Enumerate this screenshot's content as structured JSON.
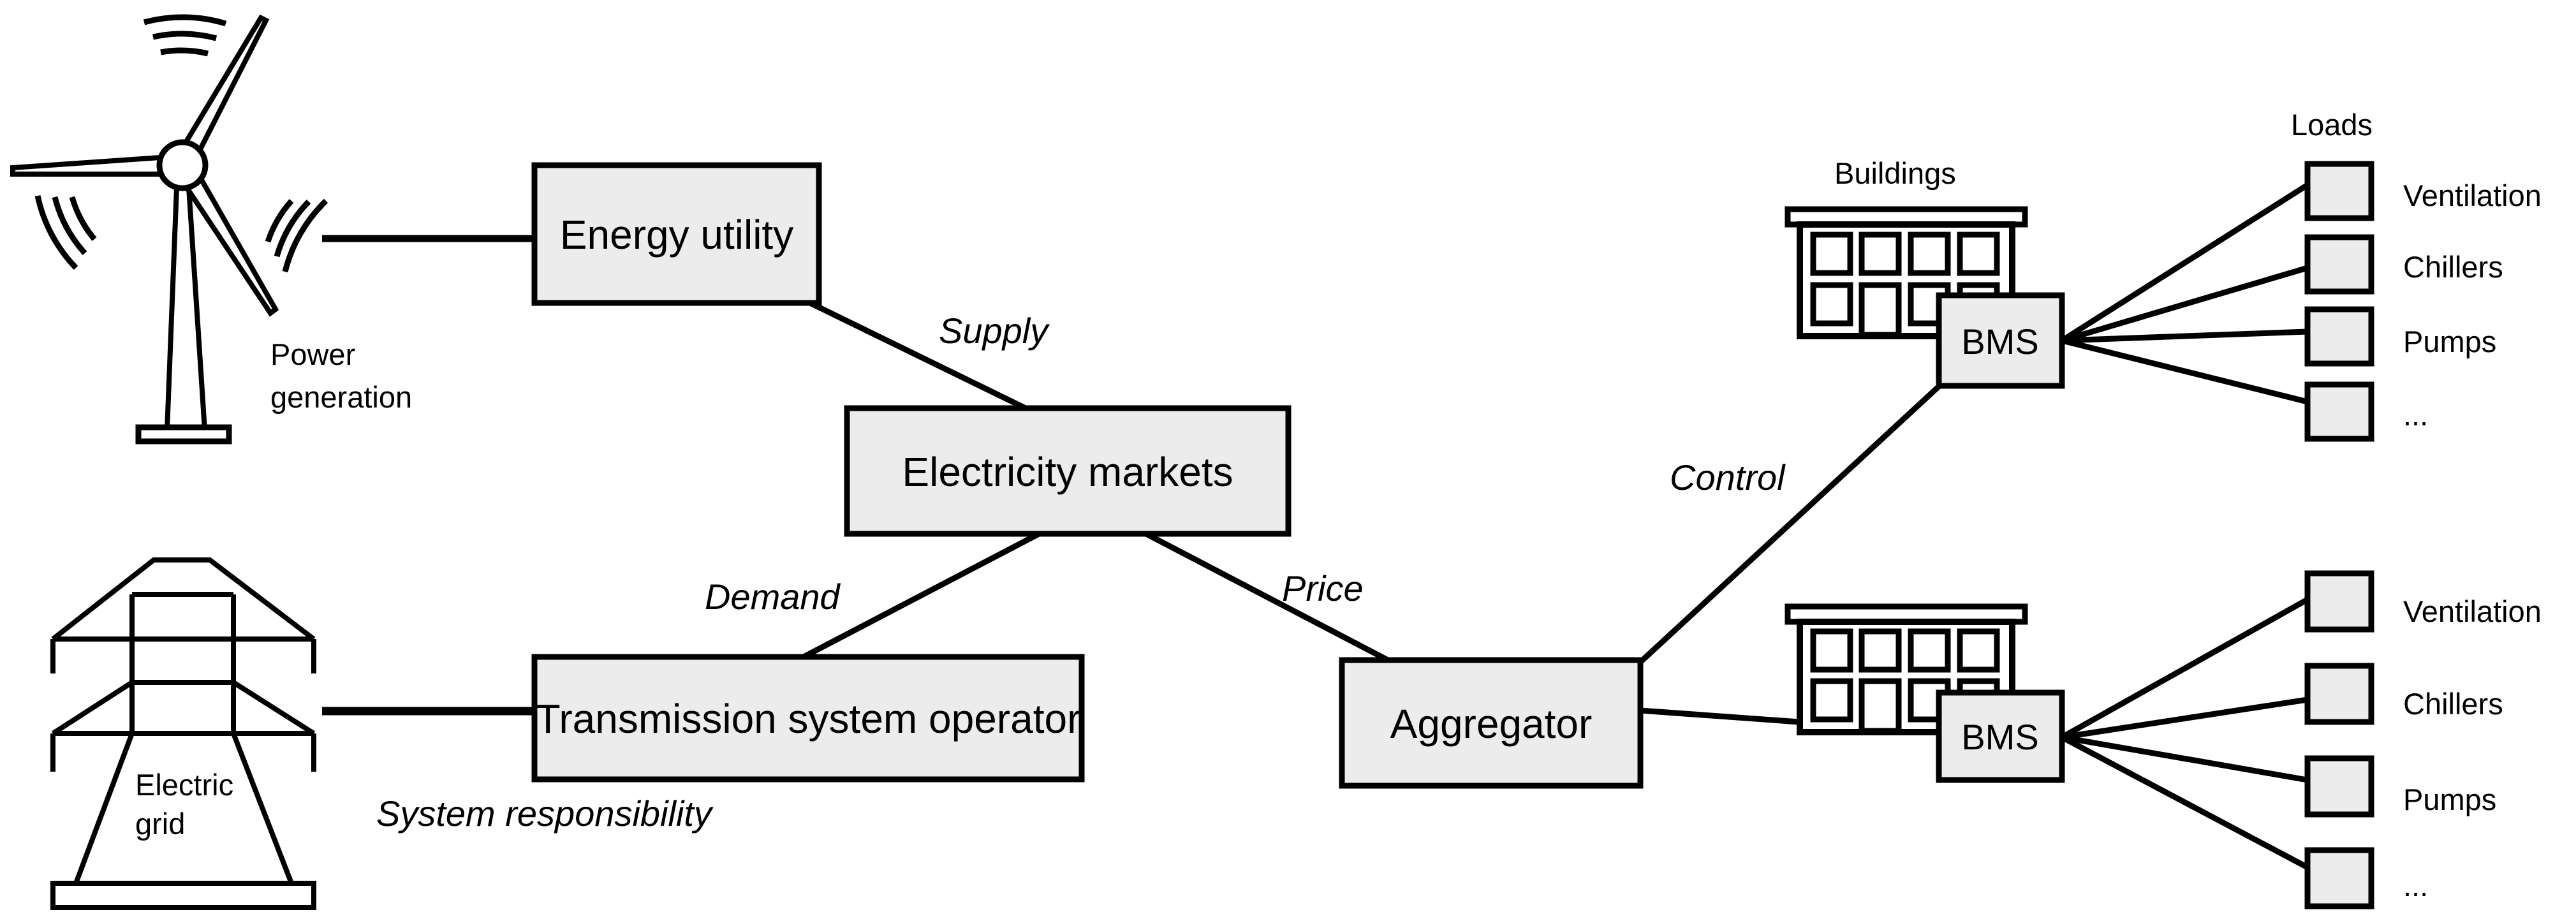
{
  "figure": {
    "background": "#ffffff",
    "box_fill": "#ececec",
    "line_color": "#000000",
    "text_color": "#000000",
    "nodes": {
      "energy_utility": "Energy utility",
      "electricity_markets": "Electricity markets",
      "transmission_system_operator": "Transmission system operator",
      "aggregator": "Aggregator",
      "bms_top": "BMS",
      "bms_bottom": "BMS"
    },
    "edge_labels": {
      "supply": "Supply",
      "demand": "Demand",
      "price": "Price",
      "control": "Control",
      "system_responsibility": "System responsibility"
    },
    "captions": {
      "power_generation_line1": "Power",
      "power_generation_line2": "generation",
      "electric_grid_line1": "Electric",
      "electric_grid_line2": "grid",
      "buildings": "Buildings",
      "loads": "Loads"
    },
    "loads_top": [
      "Ventilation",
      "Chillers",
      "Pumps",
      "..."
    ],
    "loads_bottom": [
      "Ventilation",
      "Chillers",
      "Pumps",
      "..."
    ]
  }
}
